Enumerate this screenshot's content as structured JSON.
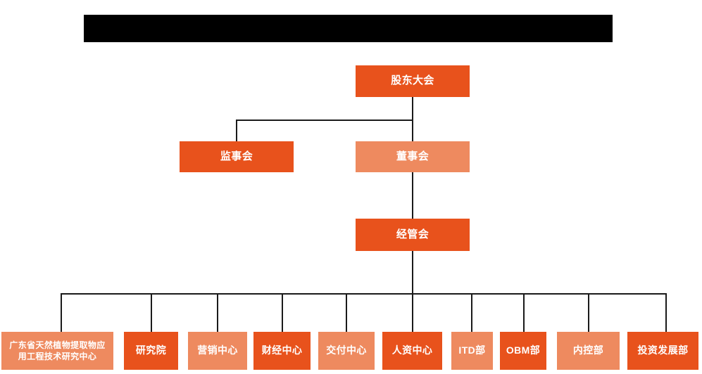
{
  "banner": {
    "name": "redacted-title-bar",
    "text": "",
    "color": "#000000"
  },
  "theme": {
    "background": "#ffffff",
    "primary": "#E8521C",
    "secondary": "#EE8A5F",
    "line": "#1a1a1a",
    "text": "#ffffff"
  },
  "chart_data": {
    "type": "orgchart",
    "title": "",
    "levels": [
      {
        "level": 1,
        "nodes": [
          "股东大会"
        ]
      },
      {
        "level": 2,
        "nodes": [
          "监事会",
          "董事会"
        ]
      },
      {
        "level": 3,
        "nodes": [
          "经管会"
        ]
      },
      {
        "level": 4,
        "nodes": [
          "广东省天然植物提取物应用工程技术研究中心",
          "研究院",
          "营销中心",
          "财经中心",
          "交付中心",
          "人资中心",
          "ITD部",
          "OBM部",
          "内控部",
          "投资发展部"
        ]
      }
    ],
    "edges": [
      [
        "股东大会",
        "监事会"
      ],
      [
        "股东大会",
        "董事会"
      ],
      [
        "董事会",
        "经管会"
      ],
      [
        "经管会",
        "广东省天然植物提取物应用工程技术研究中心"
      ],
      [
        "经管会",
        "研究院"
      ],
      [
        "经管会",
        "营销中心"
      ],
      [
        "经管会",
        "财经中心"
      ],
      [
        "经管会",
        "交付中心"
      ],
      [
        "经管会",
        "人资中心"
      ],
      [
        "经管会",
        "ITD部"
      ],
      [
        "经管会",
        "OBM部"
      ],
      [
        "经管会",
        "内控部"
      ],
      [
        "经管会",
        "投资发展部"
      ]
    ]
  },
  "nodes": {
    "shareholders": {
      "label": "股东大会",
      "fill": "#E8521C"
    },
    "supervisors": {
      "label": "监事会",
      "fill": "#E8521C"
    },
    "directors": {
      "label": "董事会",
      "fill": "#EE8A5F"
    },
    "management": {
      "label": "经管会",
      "fill": "#E8521C"
    },
    "leaves": [
      {
        "key": "research-center",
        "label": "广东省天然植物提取物应\n用工程技术研究中心",
        "fill": "#EE8A5F"
      },
      {
        "key": "institute",
        "label": "研究院",
        "fill": "#E8521C"
      },
      {
        "key": "marketing",
        "label": "营销中心",
        "fill": "#EE8A5F"
      },
      {
        "key": "finance",
        "label": "财经中心",
        "fill": "#E8521C"
      },
      {
        "key": "delivery",
        "label": "交付中心",
        "fill": "#EE8A5F"
      },
      {
        "key": "hr",
        "label": "人资中心",
        "fill": "#E8521C"
      },
      {
        "key": "itd",
        "label": "ITD部",
        "fill": "#EE8A5F"
      },
      {
        "key": "obm",
        "label": "OBM部",
        "fill": "#E8521C"
      },
      {
        "key": "internal-control",
        "label": "内控部",
        "fill": "#EE8A5F"
      },
      {
        "key": "investment",
        "label": "投资发展部",
        "fill": "#E8521C"
      }
    ]
  }
}
